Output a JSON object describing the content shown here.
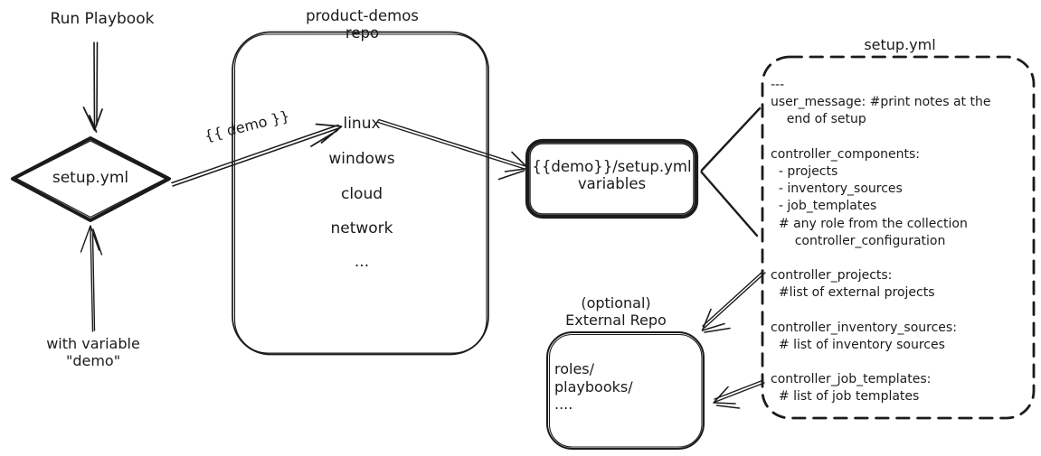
{
  "colors": {
    "background": "#ffffff",
    "ink": "#1b1b1b"
  },
  "trigger": {
    "run_playbook_label": "Run Playbook",
    "diamond_label": "setup.yml",
    "with_variable_line1": "with variable",
    "with_variable_line2": "\"demo\""
  },
  "demo_arrow_label": "{{ demo }}",
  "product_demos_repo": {
    "title": "product-demos repo",
    "items": [
      "linux",
      "windows",
      "cloud",
      "network",
      "..."
    ]
  },
  "variables_box": {
    "line1": "{{demo}}/setup.yml",
    "line2": "variables"
  },
  "setup_yml_box": {
    "title": "setup.yml",
    "lines": [
      "---",
      "user_message: #print notes at the",
      "    end of setup",
      "",
      "controller_components:",
      "  - projects",
      "  - inventory_sources",
      "  - job_templates",
      "  # any role from the collection",
      "      controller_configuration",
      "",
      "controller_projects:",
      "  #list of external projects",
      "",
      "controller_inventory_sources:",
      "  # list of inventory sources",
      "",
      "controller_job_templates:",
      "  # list of job templates"
    ]
  },
  "external_repo": {
    "label_line1": "(optional)",
    "label_line2": "External Repo",
    "items": [
      "roles/",
      "playbooks/",
      "...."
    ]
  }
}
